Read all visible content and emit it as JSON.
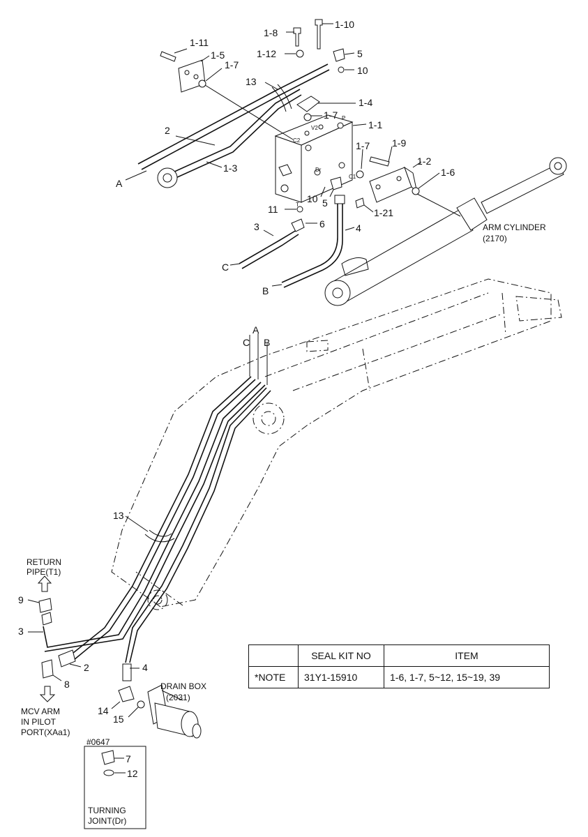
{
  "labels": {
    "p1_1": "1-1",
    "p1_2": "1-2",
    "p1_3": "1-3",
    "p1_4": "1-4",
    "p1_5": "1-5",
    "p1_6": "1-6",
    "p1_7a": "1-7",
    "p1_7b": "1-7",
    "p1_7c": "1-7",
    "p1_8": "1-8",
    "p1_9": "1-9",
    "p1_10": "1-10",
    "p1_11": "1-11",
    "p1_12": "1-12",
    "p1_21": "1-21",
    "p2a": "2",
    "p2b": "2",
    "p3a": "3",
    "p3b": "3",
    "p4a": "4",
    "p4b": "4",
    "p5a": "5",
    "p5b": "5",
    "p6": "6",
    "p7": "7",
    "p8": "8",
    "p9": "9",
    "p10a": "10",
    "p10b": "10",
    "p11": "11",
    "p12": "12",
    "p13a": "13",
    "p13b": "13",
    "p14": "14",
    "p15": "15",
    "A1": "A",
    "B1": "B",
    "C1": "C",
    "A2": "A",
    "B2": "B",
    "C2": "C",
    "port_v2": "V2",
    "port_c2": "C2",
    "port_c1": "C1",
    "port_p": "P",
    "port_t": "T",
    "port_dr": "Dr",
    "arm_cyl_1": "ARM CYLINDER",
    "arm_cyl_2": "(2170)",
    "return_1": "RETURN",
    "return_2": "PIPE(T1)",
    "mcv_1": "MCV ARM",
    "mcv_2": "IN PILOT",
    "mcv_3": "PORT(XAa1)",
    "drain_1": "DRAIN BOX",
    "drain_2": "(2031)",
    "serial": "#0647",
    "turn_1": "TURNING",
    "turn_2": "JOINT(Dr)"
  },
  "seal_table": {
    "headers": [
      "",
      "SEAL KIT NO",
      "ITEM"
    ],
    "row": [
      "*NOTE",
      "31Y1-15910",
      "1-6, 1-7, 5~12, 15~19, 39"
    ]
  }
}
